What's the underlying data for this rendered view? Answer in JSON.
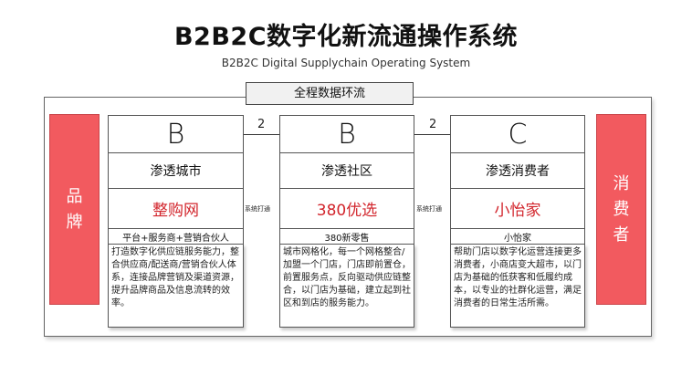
{
  "header": {
    "title": "B2B2C数字化新流通操作系统",
    "subtitle": "B2B2C Digital Supplychain Operating System"
  },
  "loop_label": "全程数据环流",
  "left_side": {
    "line1": "品",
    "line2": "牌"
  },
  "right_side": {
    "line1": "消",
    "line2": "费",
    "line3": "者"
  },
  "connectors": [
    {
      "number": "2",
      "label": "系统打通"
    },
    {
      "number": "2",
      "label": "系统打通"
    }
  ],
  "columns": [
    {
      "letter": "B",
      "label": "渗透城市",
      "brand": "整购网",
      "tag": "平台+服务商+营销合伙人",
      "description": "打造数字化供应链服务能力，整合供应商/配送商/营销合伙人体系，连接品牌营销及渠道资源，提升品牌商品及信息流转的效率。"
    },
    {
      "letter": "B",
      "label": "渗透社区",
      "brand": "380优选",
      "tag": "380新零售",
      "description": "城市网格化，每一个网格整合/加盟一个门店，门店即前置仓，前置服务点，反向驱动供应链整合，以门店为基础，建立起到社区和到店的服务能力。"
    },
    {
      "letter": "C",
      "label": "渗透消费者",
      "brand": "小怡家",
      "tag": "小怡家",
      "description": "帮助门店以数字化运营连接更多消费者，小商店变大超市，以门店为基础的低获客和低履约成本，以专业的社群化运营，满足消费者的日常生活所需。"
    }
  ],
  "colors": {
    "side_panel": "#f25a5f",
    "brand_text": "#d2252c"
  }
}
